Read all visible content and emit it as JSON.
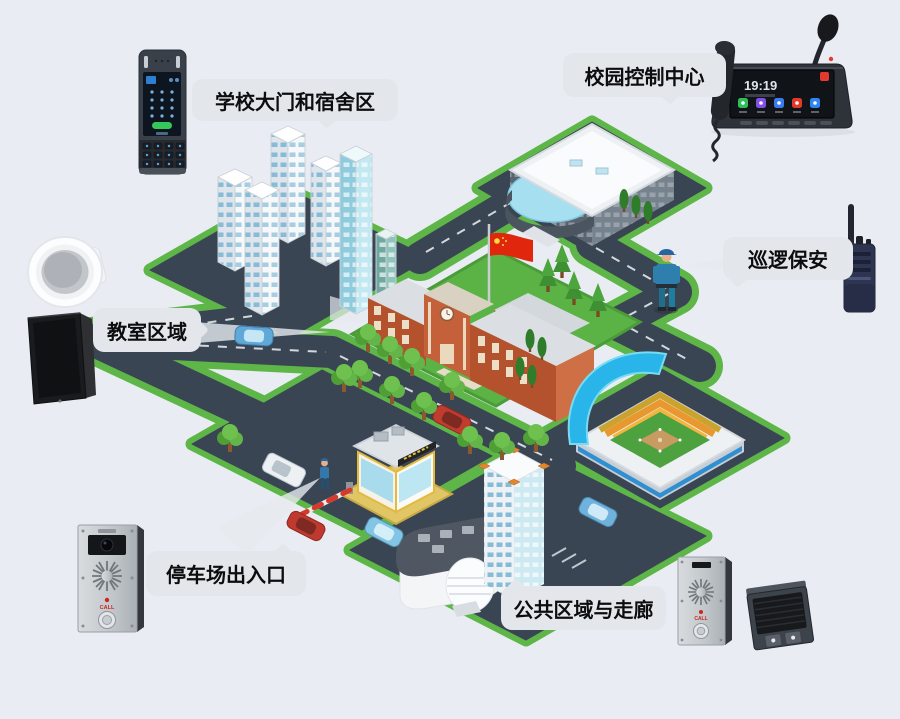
{
  "background": "#e9edf3",
  "labels": [
    {
      "id": "gate-dorm",
      "text": "学校大门和宿舍区"
    },
    {
      "id": "control-center",
      "text": "校园控制中心"
    },
    {
      "id": "patrol-guard",
      "text": "巡逻保安"
    },
    {
      "id": "classroom",
      "text": "教室区域"
    },
    {
      "id": "parking-gate",
      "text": "停车场出入口"
    },
    {
      "id": "public-corridor",
      "text": "公共区域与走廊"
    }
  ],
  "devices": {
    "door_phone": {
      "name": "video-door-phone"
    },
    "paging_console": {
      "name": "paging-console-with-gooseneck-mic",
      "screen_time": "19:19"
    },
    "walkie_talkie": {
      "name": "walkie-talkie"
    },
    "ceiling_speaker": {
      "name": "ceiling-speaker"
    },
    "wall_speaker": {
      "name": "wall-speaker"
    },
    "door_intercom_camera": {
      "name": "door-intercom-with-camera",
      "call_text": "CALL"
    },
    "door_intercom": {
      "name": "door-intercom",
      "call_text": "CALL"
    },
    "horn_speaker": {
      "name": "wall-mount-horn-speaker"
    }
  },
  "colors": {
    "grass": "#5eb648",
    "road": "#3a4554",
    "bubble": "#e3e6ea",
    "flag_red": "#de2a10",
    "canopy_blue": "#29b6e8"
  }
}
